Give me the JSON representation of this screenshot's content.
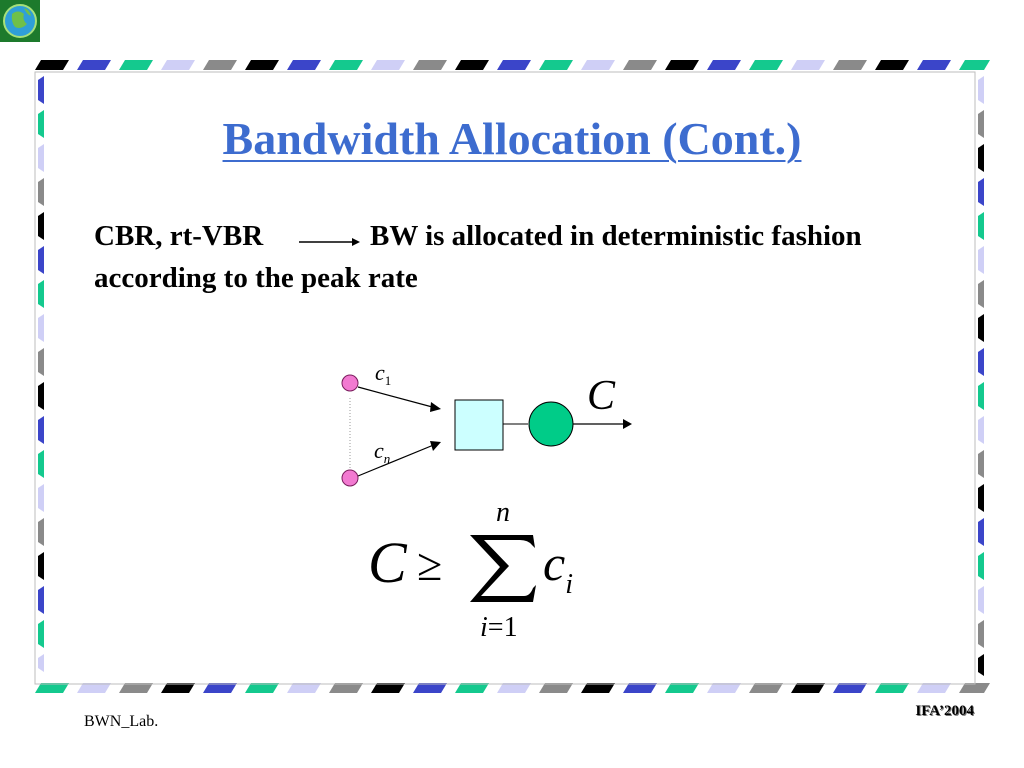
{
  "slide": {
    "title": "Bandwidth Allocation (Cont.)",
    "line1_left": "CBR, rt-VBR",
    "line1_right": "BW is allocated in deterministic fashion",
    "line2": "according to the peak rate"
  },
  "diagram": {
    "input_first_label": "c",
    "input_first_subscript": "1",
    "input_last_label": "c",
    "input_last_subscript": "n",
    "output_label": "C"
  },
  "formula": {
    "lhs": "C",
    "relation": "≥",
    "sum_upper": "n",
    "sum_lower_var": "i",
    "sum_lower_eq": "=",
    "sum_lower_val": "1",
    "term": "c",
    "term_subscript": "i"
  },
  "footer": {
    "lab_name": "BWN_Lab.",
    "tag": "IFA’2004"
  },
  "colors": {
    "title": "#3d6ccf",
    "frame_black": "#000000",
    "frame_blue": "#3b45c9",
    "frame_teal": "#14c98e",
    "frame_lavender": "#cfcff6",
    "frame_gray": "#8a8a8a",
    "source_node": "#f27ad1",
    "queue_fill": "#ccffff",
    "server_fill": "#00cc88"
  }
}
